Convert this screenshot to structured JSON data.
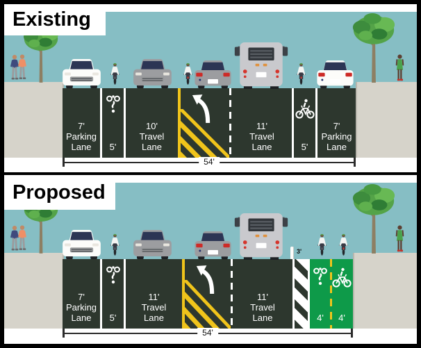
{
  "palette": {
    "sky": "#86bec4",
    "road": "#2d372e",
    "sidewalk": "#d6d3ca",
    "curb": "#b9b6ad",
    "bike_lane_green": "#0e9a49",
    "marking_yellow": "#f0c41b",
    "marking_white": "#ffffff",
    "dimension_line": "#2b2b2b"
  },
  "existing": {
    "title": "Existing",
    "total_width": "54'",
    "lanes": {
      "parking_left": {
        "lines": [
          "7'",
          "Parking",
          "Lane"
        ]
      },
      "bike_left": {
        "width": "5'"
      },
      "travel_left": {
        "lines": [
          "10'",
          "Travel",
          "Lane"
        ]
      },
      "travel_right": {
        "lines": [
          "11'",
          "Travel",
          "Lane"
        ]
      },
      "bike_right": {
        "width": "5'"
      },
      "parking_right": {
        "lines": [
          "7'",
          "Parking",
          "Lane"
        ]
      }
    }
  },
  "proposed": {
    "title": "Proposed",
    "total_width": "54'",
    "lanes": {
      "parking_left": {
        "lines": [
          "7'",
          "Parking",
          "Lane"
        ]
      },
      "bike_left": {
        "width": "5'"
      },
      "travel_left": {
        "lines": [
          "11'",
          "Travel",
          "Lane"
        ]
      },
      "travel_right": {
        "lines": [
          "11'",
          "Travel",
          "Lane"
        ]
      },
      "buffer": {
        "width": "3'"
      },
      "bike_path_left": {
        "width": "4'"
      },
      "bike_path_right": {
        "width": "4'"
      }
    }
  }
}
